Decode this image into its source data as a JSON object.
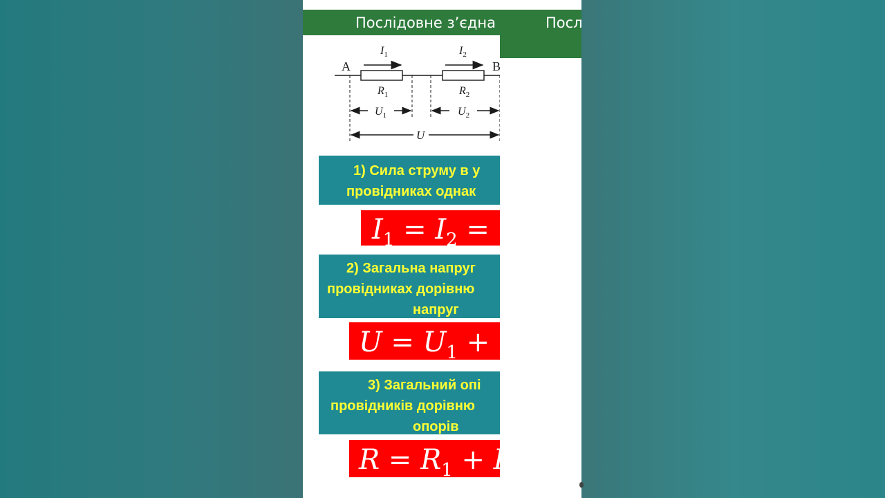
{
  "slide": {
    "title_left": "Послідовне з’єдна",
    "title_right": "Посл"
  },
  "circuit": {
    "node_a": "A",
    "node_b": "B",
    "i1": "I",
    "i1_sub": "1",
    "i2": "I",
    "i2_sub": "2",
    "r1": "R",
    "r1_sub": "1",
    "r2": "R",
    "r2_sub": "2",
    "u1": "U",
    "u1_sub": "1",
    "u2": "U",
    "u2_sub": "2",
    "u": "U"
  },
  "rules": [
    {
      "line1": "1) Сила струму в у",
      "line2": "провідниках однак",
      "line3": ""
    },
    {
      "line1": "2) Загальна напруг",
      "line2": "провідниках дорівню",
      "line3": "напруг"
    },
    {
      "line1": "3) Загальний опі",
      "line2": "провідників дорівню",
      "line3": "опорів"
    }
  ],
  "formulas": {
    "f1": {
      "a": "I",
      "a_sub": "1",
      "eq": " = ",
      "b": "I",
      "b_sub": "2",
      "tail": " ="
    },
    "f2": {
      "a": "U",
      "eq": " = ",
      "b": "U",
      "b_sub": "1",
      "tail": " + U"
    },
    "f3": {
      "a": "R",
      "eq": " = ",
      "b": "R",
      "b_sub": "1",
      "tail": " + R"
    }
  },
  "colors": {
    "title_bar": "#2e7b3c",
    "rule_box": "#1f8a93",
    "rule_text": "#ffff33",
    "formula_box": "#ff0000"
  }
}
